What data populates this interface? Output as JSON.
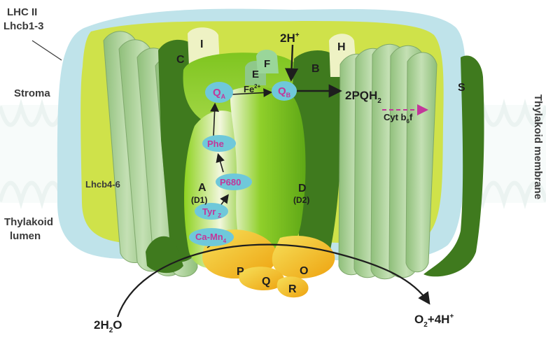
{
  "labels": {
    "lhcii": "LHC II",
    "lhcb13": "Lhcb1-3",
    "stroma": "Stroma",
    "lhcb46": "Lhcb4-6",
    "lumen1": "Thylakoid",
    "lumen2": "lumen",
    "membrane": "Thylakoid membrane"
  },
  "subunits": {
    "A": "A",
    "D1": "(D1)",
    "D": "D",
    "D2": "(D2)",
    "B": "B",
    "C": "C",
    "E": "E",
    "F": "F",
    "H": "H",
    "I": "I",
    "S": "S",
    "P": "P",
    "O": "O",
    "Q": "Q",
    "R": "R"
  },
  "cofactors": {
    "qa_main": "Q",
    "qa_sub": "A",
    "qb_main": "Q",
    "qb_sub": "B",
    "fe": "Fe",
    "fe_sup": "2+",
    "phe": "Phe",
    "p680": "P680",
    "tyr": "Tyr",
    "tyr_sub": "Z",
    "camn_main": "Ca-Mn",
    "camn_sub": "4"
  },
  "reactions": {
    "protons_in_main": "2H",
    "protons_in_sup": "+",
    "pqh2_main": "2PQH",
    "pqh2_sub": "2",
    "cytb6f_1": "Cyt b",
    "cytb6f_sub": "6",
    "cytb6f_2": "f",
    "water_1": "2H",
    "water_sub": "2",
    "water_2": "O",
    "oxygen_1": "O",
    "oxygen_sub": "2",
    "oxygen_2": "+4H",
    "oxygen_sup": "+"
  },
  "colors": {
    "lhc_outline": "#bfe3ea",
    "lhc_fill": "#cfe24a",
    "light_helix": "#a9cf95",
    "dark_green": "#3f7a1e",
    "core_green": "#7bc419",
    "extrinsic_yellow": "#f2c417",
    "cofactor_ellipse": "#6fc8da",
    "magenta": "#c2379a"
  }
}
